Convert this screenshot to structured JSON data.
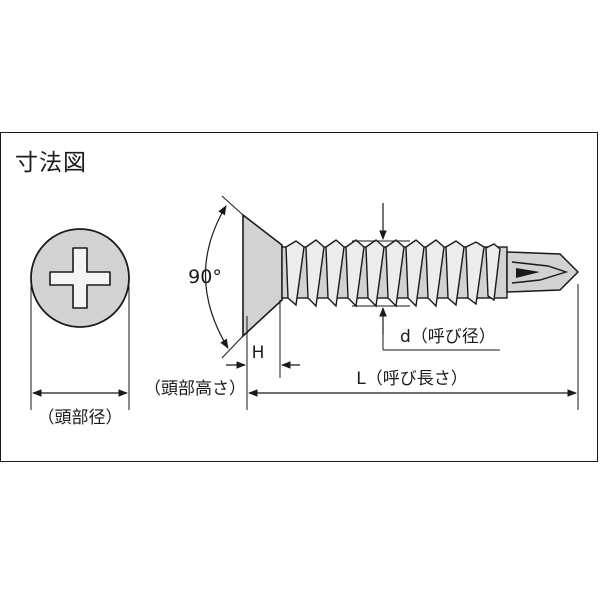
{
  "figure": {
    "title": "寸法図",
    "labels": {
      "angle": "90°",
      "head_diameter": "（頭部径）",
      "head_height": "（頭部高さ）",
      "H": "H",
      "d_nominal": "d（呼び径）",
      "L_nominal": "L（呼び長さ）"
    }
  }
}
